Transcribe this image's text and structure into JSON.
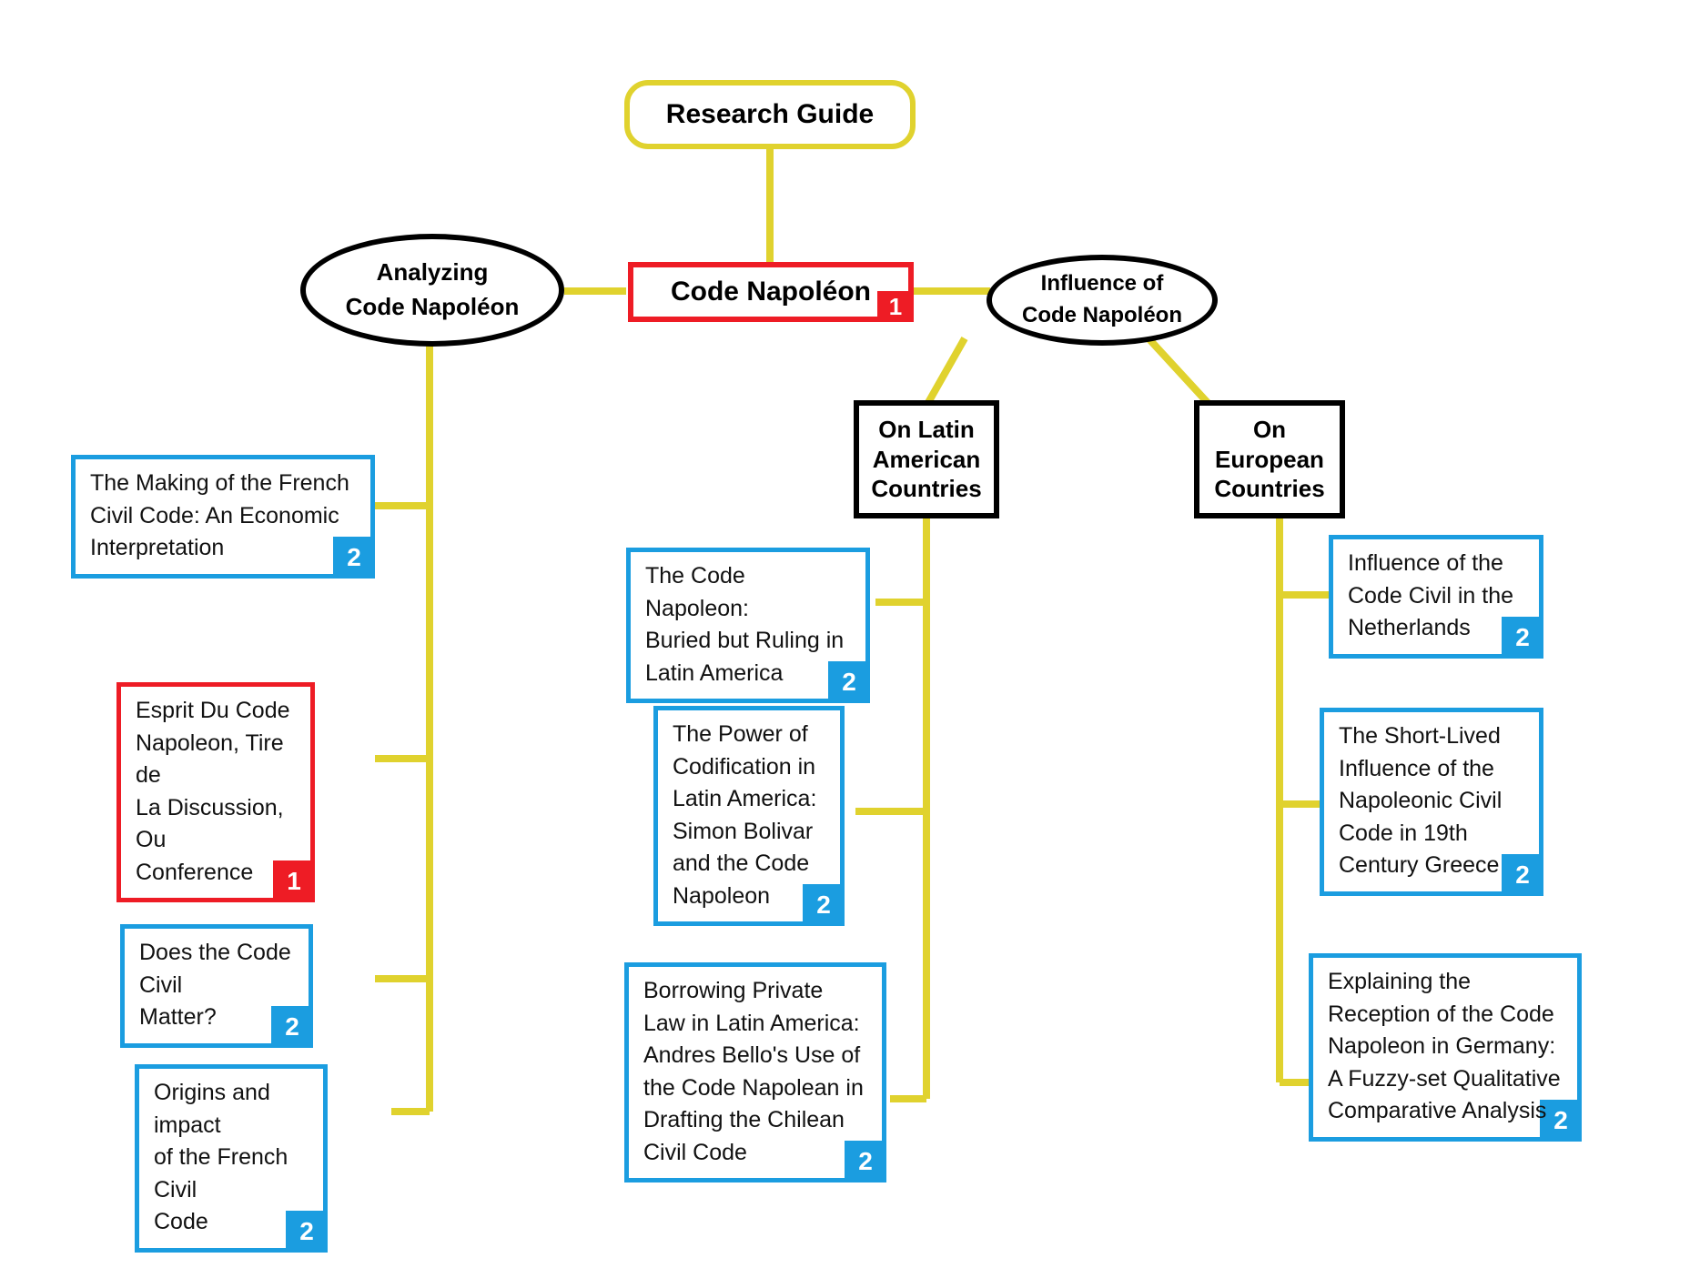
{
  "diagram": {
    "title": "Research Guide",
    "type": "mind-map",
    "colors": {
      "connector": "#E0D22E",
      "root_border": "#E0D22E",
      "primary_red": "#EE1C25",
      "primary_blue": "#1B9DE0",
      "category_black": "#000000",
      "background": "#FFFFFF"
    }
  },
  "root": {
    "label": "Research Guide"
  },
  "center": {
    "label": "Code Napoléon",
    "badge": "1",
    "badge_color": "#EE1C25"
  },
  "branches": {
    "analyzing": {
      "label": "Analyzing\nCode Napoléon",
      "line1": "Analyzing",
      "line2": "Code Napoléon"
    },
    "influence": {
      "label": "Influence of\nCode Napoléon",
      "line1": "Influence of",
      "line2": "Code Napoléon"
    }
  },
  "categories": [
    {
      "id": "latin-american",
      "label": "On Latin\nAmerican\nCountries"
    },
    {
      "id": "european",
      "label": "On\nEuropean\nCountries"
    }
  ],
  "leaves": {
    "analyzing": [
      {
        "title": "The Making of the French\nCivil Code: An Economic\nInterpretation",
        "badge": "2",
        "color": "blue"
      },
      {
        "title": "Esprit Du Code\nNapoleon, Tire de\nLa Discussion, Ou\nConference",
        "badge": "1",
        "color": "red"
      },
      {
        "title": "Does the Code Civil\nMatter?",
        "badge": "2",
        "color": "blue"
      },
      {
        "title": "Origins and impact\nof the French Civil\nCode",
        "badge": "2",
        "color": "blue"
      }
    ],
    "latin_american": [
      {
        "title": "The Code Napoleon:\nBuried but Ruling in\nLatin America",
        "badge": "2",
        "color": "blue"
      },
      {
        "title": "The Power of\nCodification in\nLatin America:\nSimon Bolivar\nand the Code\nNapoleon",
        "badge": "2",
        "color": "blue"
      },
      {
        "title": "Borrowing Private\nLaw in Latin America:\nAndres Bello's Use of\nthe Code Napolean in\nDrafting the Chilean\nCivil Code",
        "badge": "2",
        "color": "blue"
      }
    ],
    "european": [
      {
        "title": "Influence of the\nCode Civil in the\nNetherlands",
        "badge": "2",
        "color": "blue"
      },
      {
        "title": "The Short-Lived\nInfluence of the\nNapoleonic Civil\nCode in 19th\nCentury Greece",
        "badge": "2",
        "color": "blue"
      },
      {
        "title": "Explaining the\nReception of the Code\nNapoleon in Germany:\nA Fuzzy-set Qualitative\nComparative Analysis",
        "badge": "2",
        "color": "blue"
      }
    ]
  }
}
